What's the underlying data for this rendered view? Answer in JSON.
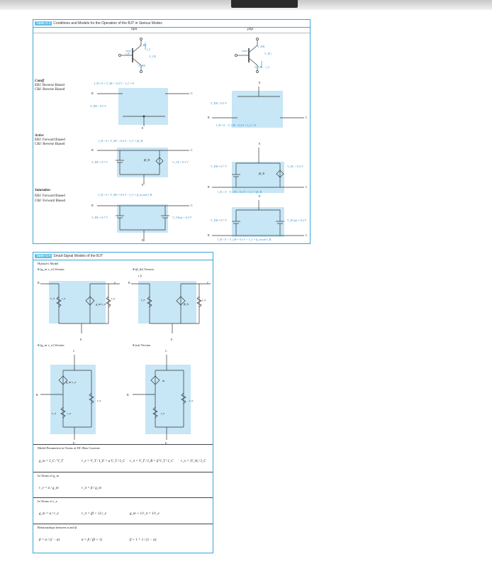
{
  "table62": {
    "caption_num": "Table 6.2",
    "caption_text": "Conditions and Models for the Operation of the BJT in Various Modes",
    "col_npn": "npn",
    "col_pnp": "pnp",
    "npn_symbol": {
      "vbc": "V_BC",
      "ic": "i_C",
      "plus": "+",
      "ib": "i_B",
      "vce": "V_CE",
      "vbe": "V_BE",
      "minus": "−"
    },
    "pnp_symbol": {
      "veb": "V_EB",
      "vec": "V_EC",
      "vcb": "V_CB",
      "ic": "i_C",
      "plus": "+",
      "minus": "−"
    },
    "modes": [
      {
        "name": "Cutoff",
        "line1": "EBJ: Reverse Biased",
        "line2": "CBJ: Reverse Biased",
        "npn": {
          "top": "I_B = 0   +   V_BC < 0.4 V   −   I_C = 0",
          "left": "V_BE < 0.5 V",
          "b": "B",
          "c": "C",
          "e": "E"
        },
        "pnp": {
          "left": "V_EB < 0.5 V",
          "bottom": "I_B = 0   −   V_CB < 0.4 V   +   I_C = 0",
          "b": "B",
          "c": "C",
          "e": "E"
        }
      },
      {
        "name": "Active",
        "line1": "EBJ: Forward Biased",
        "line2": "CBJ: Reverse Biased",
        "npn": {
          "top": "I_B > 0   +   V_BC < 0.4 V   −   I_C = βI_B",
          "left": "V_BE = 0.7 V",
          "right": "V_CE > 0.3 V",
          "src": "βI_B",
          "b": "B",
          "c": "C",
          "e": "E"
        },
        "pnp": {
          "left": "V_EB = 0.7 V",
          "right": "V_EC > 0.3 V",
          "bottom": "I_B > 0   −   V_CB < 0.4 V   +   I_C = βI_B",
          "src": "βI_B",
          "b": "B",
          "c": "C",
          "e": "E"
        }
      },
      {
        "name": "Saturation",
        "line1": "EBJ: Forward Biased",
        "line2": "CBJ: Forward Biased",
        "npn": {
          "top": "I_B > 0   +   V_BC = 0.5 V   −   I_C = β_forced I_B",
          "left": "V_BE = 0.7 V",
          "right": "V_CEsat = 0.2 V",
          "b": "B",
          "c": "C",
          "e": "E"
        },
        "pnp": {
          "left": "V_EB = 0.7 V",
          "right": "V_ECsat = 0.2 V",
          "bottom": "I_B > 0   −   V_CB = 0.5 V   +   I_C = β_forced I_B",
          "b": "B",
          "c": "C",
          "e": "E"
        }
      }
    ]
  },
  "table64": {
    "caption_num": "Table 6.4",
    "caption_text": "Small-Signal Models of the BJT",
    "hybrid": "Hybrid-π Model",
    "v1": "(g_m v_π) Version",
    "v2": "(β_ib) Version",
    "v3": "(g_m v_π) Version",
    "v4": "(αi) Version",
    "labels": {
      "b": "B",
      "c": "C",
      "e": "E",
      "rpi": "r_π",
      "ro": "r_o",
      "vpi": "v_π",
      "re": "r_e",
      "gmvpi": "g_m v_π",
      "bib": "βi_b",
      "alphai": "αi",
      "ib": "i_b",
      "i": "i",
      "plus": "+",
      "minus": "−"
    },
    "params_title": "Model Parameters in Terms of DC Bias Currents",
    "params": [
      "g_m = I_C / V_T",
      "r_e = V_T / I_E = α V_T / I_C",
      "r_π = V_T / I_B = β V_T / I_C",
      "r_o = |V_A| / I_C"
    ],
    "gm_title": "In Terms of g_m",
    "gm_formulas": [
      "r_e = α / g_m",
      "r_π = β / g_m"
    ],
    "re_title": "In Terms of r_e",
    "re_formulas": [
      "g_m = α / r_e",
      "r_π = (β + 1) r_e",
      "g_m + 1/r_π = 1/r_e"
    ],
    "rel_title": "Relationships between α and β",
    "rel_formulas": [
      "β = α / (1 − α)",
      "α = β / (β + 1)",
      "β + 1 = 1 / (1 − α)"
    ]
  }
}
